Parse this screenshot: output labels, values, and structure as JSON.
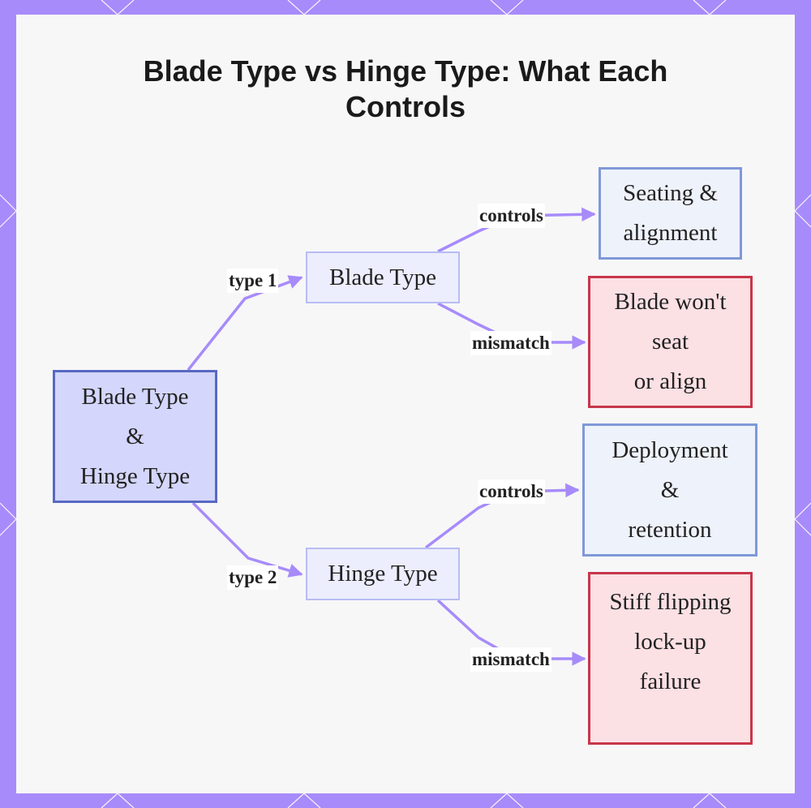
{
  "title": "Blade Type vs Hinge Type: What Each Controls",
  "nodes": {
    "root": "Blade Type\n&\nHinge Type",
    "blade": "Blade Type",
    "hinge": "Hinge Type",
    "blade_controls": "Seating &\nalignment",
    "blade_mismatch": "Blade won't\nseat\nor align",
    "hinge_controls": "Deployment\n&\nretention",
    "hinge_mismatch": "Stiff flipping\nlock-up\nfailure"
  },
  "edges": {
    "type1": "type 1",
    "type2": "type 2",
    "blade_controls": "controls",
    "blade_mismatch": "mismatch",
    "hinge_controls": "controls",
    "hinge_mismatch": "mismatch"
  },
  "colors": {
    "edge": "#a78bfa",
    "frame": "#a78bfa",
    "root_fill": "#d4d6fb",
    "root_border": "#5869c2",
    "mismatch_border": "#c8364a"
  }
}
